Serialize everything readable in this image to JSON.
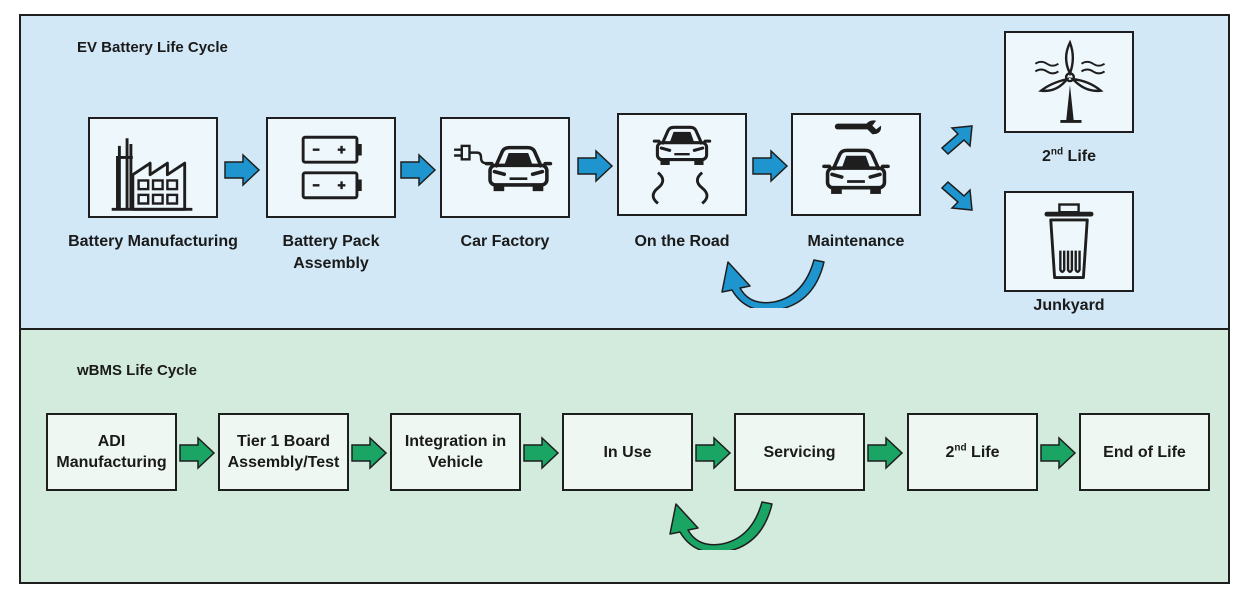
{
  "ev": {
    "title": "EV Battery Life Cycle",
    "steps": [
      {
        "label": "Battery Manufacturing",
        "icon": "factory-icon"
      },
      {
        "label": "Battery Pack Assembly",
        "icon": "battery-pack-icon"
      },
      {
        "label": "Car Factory",
        "icon": "car-charging-icon"
      },
      {
        "label": "On the Road",
        "icon": "car-road-icon"
      },
      {
        "label": "Maintenance",
        "icon": "car-wrench-icon"
      }
    ],
    "second_life": {
      "base": "2",
      "sup": "nd",
      "rest": " Life",
      "icon": "wind-turbine-icon"
    },
    "junkyard": {
      "label": "Junkyard",
      "icon": "trash-can-icon"
    }
  },
  "wbms": {
    "title": "wBMS Life Cycle",
    "steps": [
      {
        "line1": "ADI",
        "line2": "Manufacturing"
      },
      {
        "line1": "Tier 1 Board",
        "line2": "Assembly/Test"
      },
      {
        "line1": "Integration in",
        "line2": "Vehicle"
      },
      {
        "line1": "In Use"
      },
      {
        "line1": "Servicing"
      },
      {
        "base": "2",
        "sup": "nd",
        "rest": " Life"
      },
      {
        "line1": "End of Life"
      }
    ]
  },
  "colors": {
    "ev_bg": "#d2e8f6",
    "wbms_bg": "#d3ebdc",
    "blue_arrow": "#1f95d0",
    "green_arrow": "#1aa564"
  }
}
